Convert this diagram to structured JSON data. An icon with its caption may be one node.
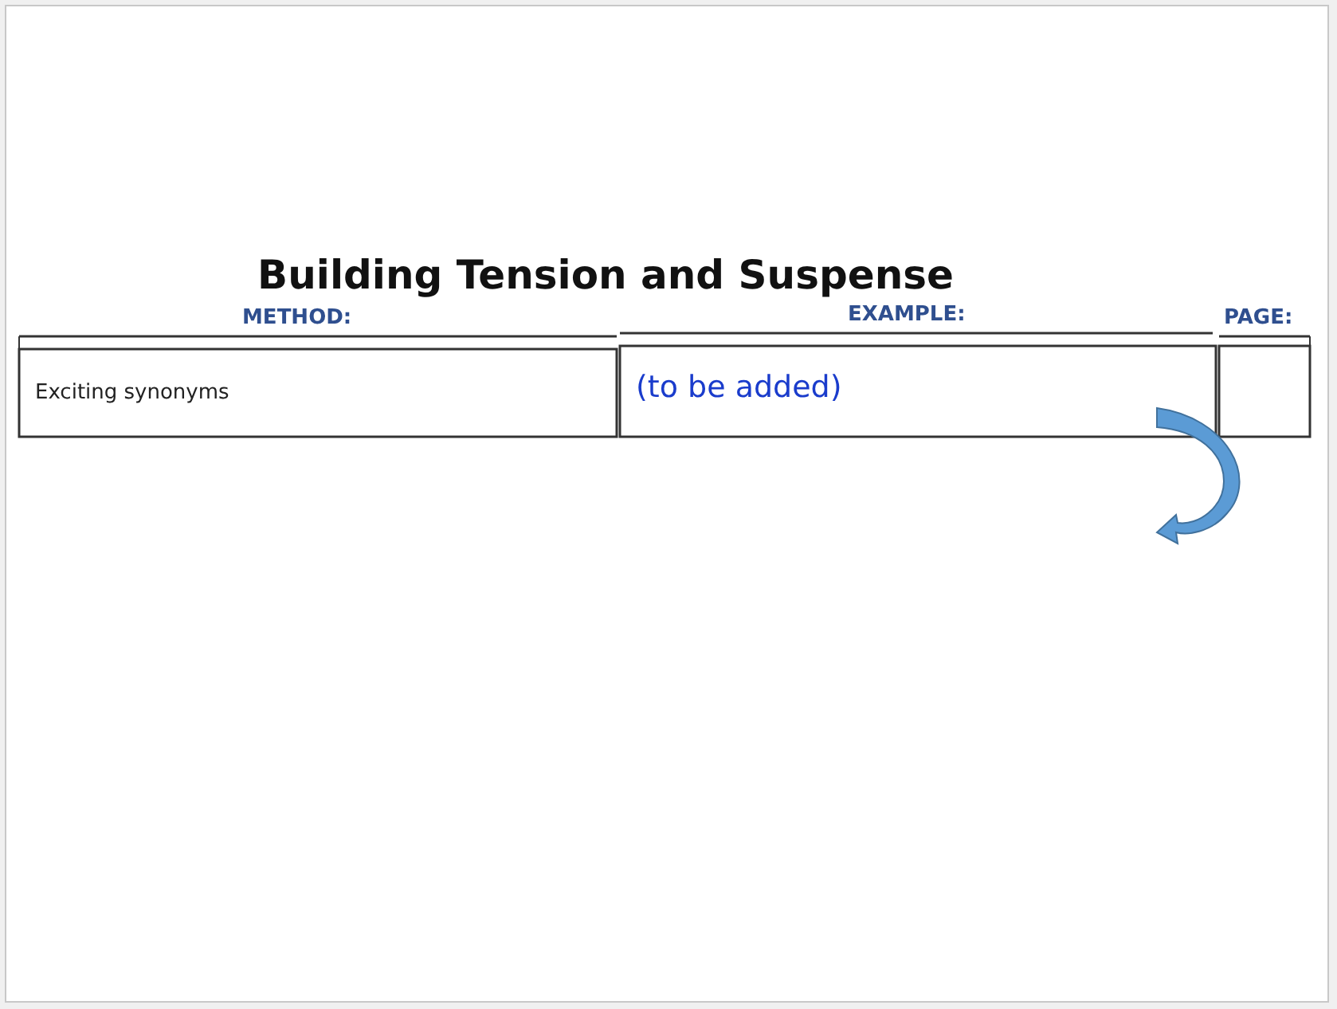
{
  "diagram": {
    "title": "Building Tension and Suspense",
    "labels": [
      "METHOD:",
      "EXAMPLE:",
      "PAGE:",
      "Exciting synonyms",
      "(to be added)"
    ]
  }
}
